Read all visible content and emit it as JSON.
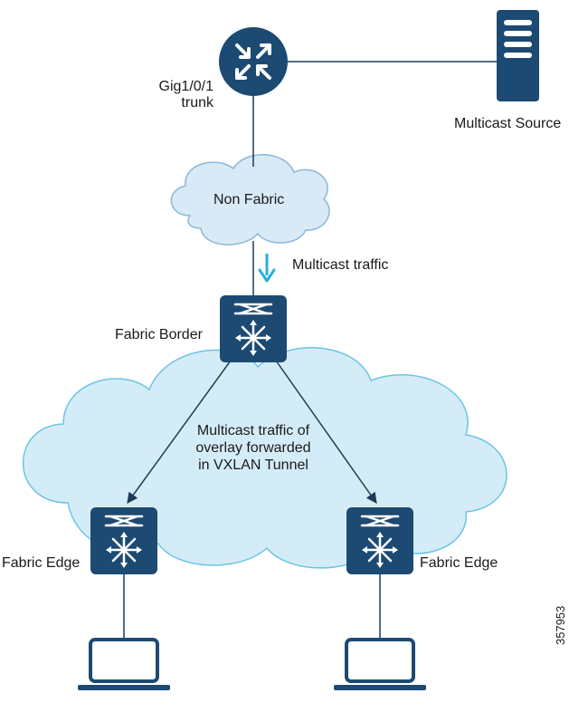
{
  "labels": {
    "interface": "Gig1/0/1",
    "interface_mode": "trunk",
    "multicast_source": "Multicast Source",
    "non_fabric": "Non Fabric",
    "multicast_traffic": "Multicast traffic",
    "fabric_border": "Fabric Border",
    "overlay_line1": "Multicast traffic of",
    "overlay_line2": "overlay forwarded",
    "overlay_line3": "in VXLAN Tunnel",
    "fabric_edge_left": "Fabric Edge",
    "fabric_edge_right": "Fabric Edge",
    "figure_id": "357953"
  },
  "icons": {
    "router": "router-icon",
    "server": "server-icon",
    "fabric_switch": "fabric-switch-icon",
    "laptop": "laptop-icon",
    "cloud": "cloud-icon",
    "arrow": "arrow-down-icon"
  },
  "colors": {
    "device_fill": "#1d4a72",
    "fabric_cloud_fill": "#d4ecf7",
    "fabric_cloud_stroke": "#6cc4e4",
    "nonfabric_cloud_fill": "#d8eaf6",
    "nonfabric_cloud_stroke": "#8ab8d8",
    "arrow": "#27aee0",
    "line": "#1d3b57"
  }
}
